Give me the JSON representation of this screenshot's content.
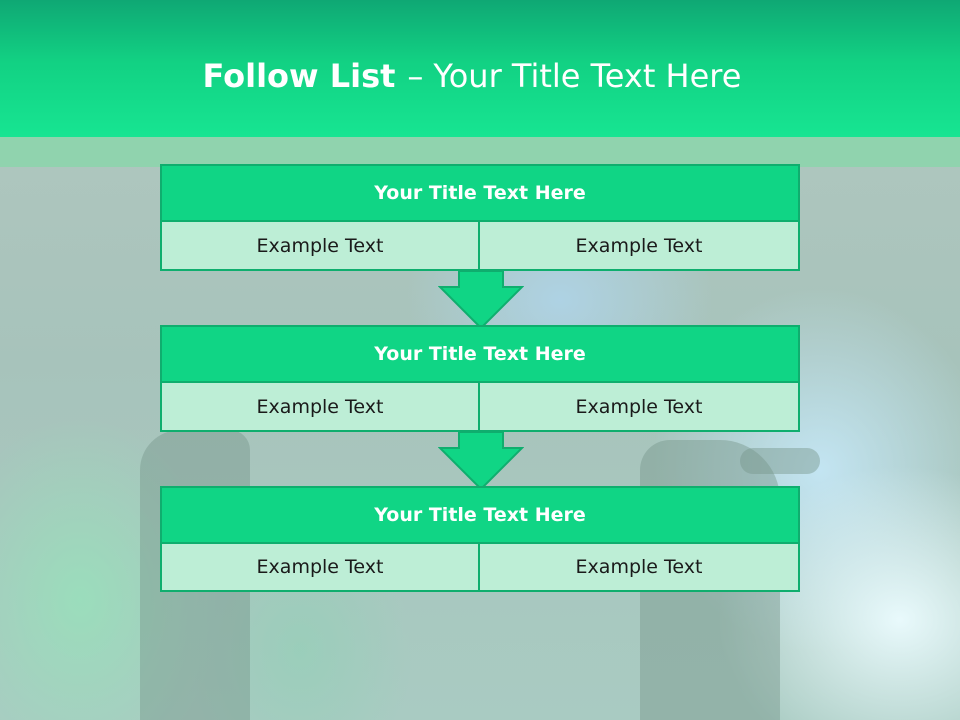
{
  "slide": {
    "title_bold": "Follow List",
    "title_separator": "–",
    "title_rest": "Your Title Text Here"
  },
  "blocks": [
    {
      "title": "Your Title Text Here",
      "left_text": "Example Text",
      "right_text": "Example Text"
    },
    {
      "title": "Your Title Text Here",
      "left_text": "Example Text",
      "right_text": "Example Text"
    },
    {
      "title": "Your Title Text Here",
      "left_text": "Example Text",
      "right_text": "Example Text"
    }
  ],
  "colors": {
    "header": "#12d183",
    "block_title": "#10d585",
    "block_cell": "#bdeed6",
    "border": "#0fae6e",
    "arrow": "#10d585"
  }
}
